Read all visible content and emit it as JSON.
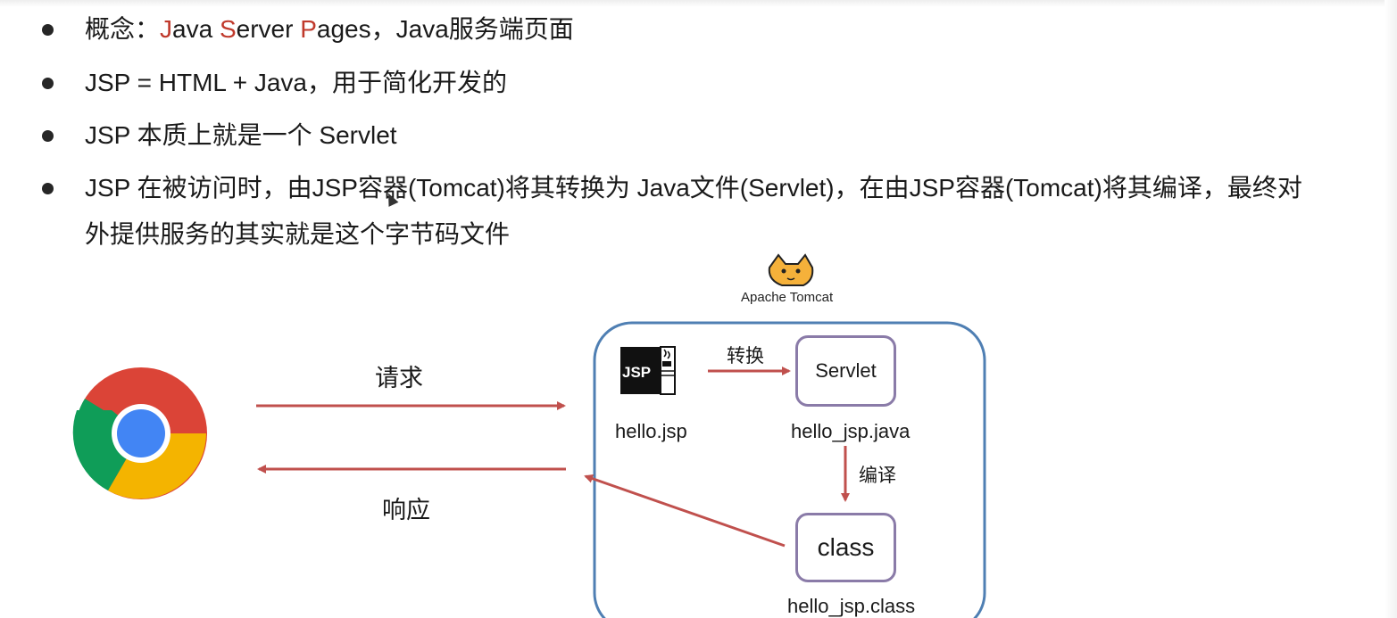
{
  "bullets": [
    {
      "segments": [
        {
          "text": "概念：",
          "hl": false
        },
        {
          "text": "J",
          "hl": true
        },
        {
          "text": "ava ",
          "hl": false
        },
        {
          "text": "S",
          "hl": true
        },
        {
          "text": "erver ",
          "hl": false
        },
        {
          "text": "P",
          "hl": true
        },
        {
          "text": "ages，Java服务端页面",
          "hl": false
        }
      ]
    },
    {
      "segments": [
        {
          "text": "JSP = HTML + Java，用于简化开发的",
          "hl": false
        }
      ]
    },
    {
      "segments": [
        {
          "text": "JSP 本质上就是一个 Servlet",
          "hl": false
        }
      ]
    },
    {
      "segments": [
        {
          "text": "JSP 在被访问时，由JSP容器(Tomcat)将其转换为 Java文件(Servlet)，在由JSP容器(Tomcat)将其编译，最终对",
          "hl": false
        }
      ]
    },
    {
      "segments": [
        {
          "text": "外提供服务的其实就是这个字节码文件",
          "hl": false
        }
      ]
    }
  ],
  "diagram": {
    "tomcat_label": "Apache Tomcat",
    "request_label": "请求",
    "response_label": "响应",
    "convert_label": "转换",
    "compile_label": "编译",
    "jsp_icon_text": "JSP",
    "jsp_file": "hello.jsp",
    "servlet_box": "Servlet",
    "servlet_file": "hello_jsp.java",
    "class_box": "class",
    "class_file": "hello_jsp.class"
  },
  "colors": {
    "highlight": "#c0392b",
    "arrow": "#c0504d",
    "box_border": "#8a7ba8",
    "container_border": "#4f7fb3"
  }
}
